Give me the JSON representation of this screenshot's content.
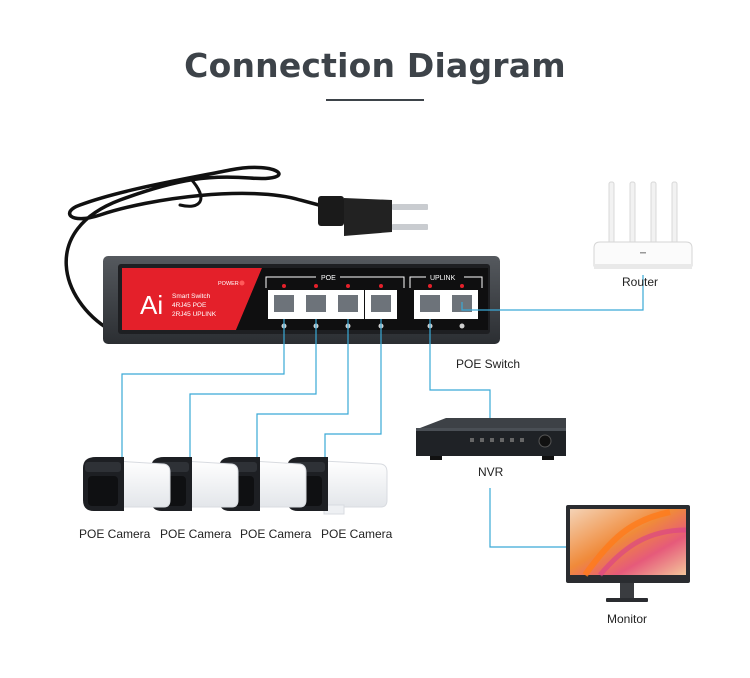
{
  "title": "Connection Diagram",
  "labels": {
    "router": "Router",
    "poe_switch": "POE Switch",
    "nvr": "NVR",
    "monitor": "Monitor",
    "cameras": [
      "POE Camera",
      "POE Camera",
      "POE Camera",
      "POE Camera"
    ]
  },
  "switch_panel": {
    "logo": "Ai",
    "line1": "Smart Switch",
    "line2": "4RJ45 POE",
    "line3": "2RJ45 UPLINK",
    "power": "POWER",
    "poe_group": "POE",
    "uplink_group": "UPLINK"
  },
  "colors": {
    "title": "#3d4349",
    "connector": "#3aa9d6",
    "panel_red": "#e4202a",
    "switch_body": "#3a3d42"
  }
}
